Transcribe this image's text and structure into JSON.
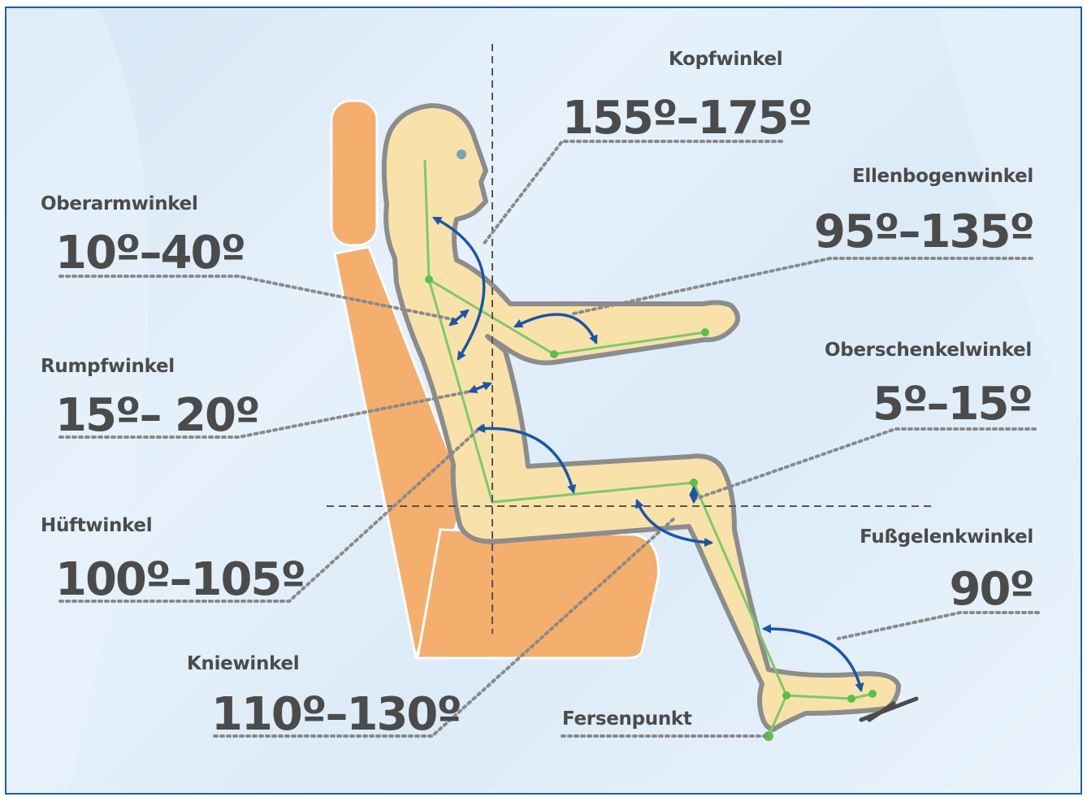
{
  "angles": {
    "kopf": {
      "name": "Kopfwinkel",
      "value": "155º–175º"
    },
    "oberarm": {
      "name": "Oberarmwinkel",
      "value": "10º–40º"
    },
    "ellenbogen": {
      "name": "Ellenbogenwinkel",
      "value": "95º–135º"
    },
    "rumpf": {
      "name": "Rumpfwinkel",
      "value": "15º– 20º"
    },
    "oberschenkel": {
      "name": "Oberschenkelwinkel",
      "value": "5º–15º"
    },
    "huefte": {
      "name": "Hüftwinkel",
      "value": "100º–105º"
    },
    "fussgelenk": {
      "name": "Fußgelenkwinkel",
      "value": "90º"
    },
    "knie": {
      "name": "Kniewinkel",
      "value": "110º–130º"
    },
    "fersen": {
      "name": "Fersenpunkt"
    }
  },
  "colors": {
    "background": "#dcebf8",
    "border": "#1e5fa0",
    "seat": "#f4ae6e",
    "body_fill": "#f8e2aa",
    "body_outline": "#8c8c8c",
    "skeleton": "#7fc86a",
    "arrow": "#1a56a8",
    "text": "#4b4b4b",
    "leader": "#8a8a8a"
  }
}
